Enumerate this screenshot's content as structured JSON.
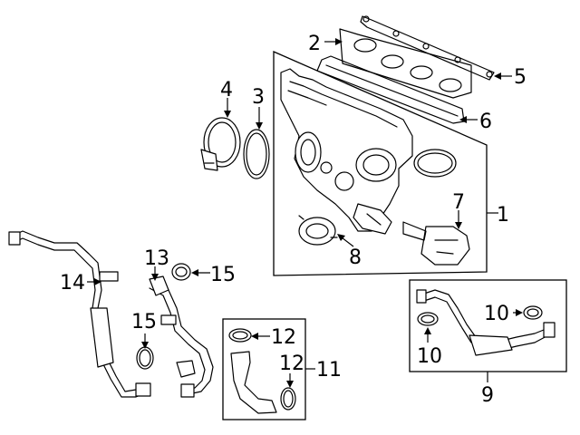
{
  "callouts": [
    {
      "id": "c1",
      "text": "1"
    },
    {
      "id": "c2",
      "text": "2"
    },
    {
      "id": "c3",
      "text": "3"
    },
    {
      "id": "c4",
      "text": "4"
    },
    {
      "id": "c5",
      "text": "5"
    },
    {
      "id": "c6",
      "text": "6"
    },
    {
      "id": "c7",
      "text": "7"
    },
    {
      "id": "c8",
      "text": "8"
    },
    {
      "id": "c9",
      "text": "9"
    },
    {
      "id": "c10a",
      "text": "10"
    },
    {
      "id": "c10b",
      "text": "10"
    },
    {
      "id": "c11",
      "text": "11"
    },
    {
      "id": "c12a",
      "text": "12"
    },
    {
      "id": "c12b",
      "text": "12"
    },
    {
      "id": "c13",
      "text": "13"
    },
    {
      "id": "c14",
      "text": "14"
    },
    {
      "id": "c15a",
      "text": "15"
    },
    {
      "id": "c15b",
      "text": "15"
    }
  ],
  "colors": {
    "line": "#000000",
    "background": "#ffffff"
  }
}
